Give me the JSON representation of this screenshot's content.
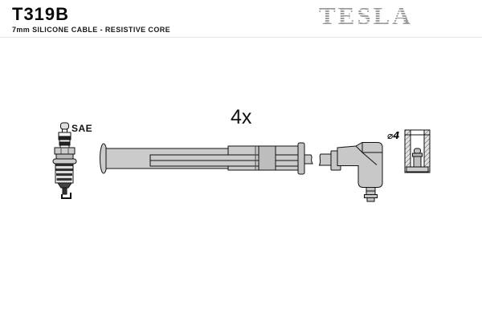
{
  "header": {
    "product_code": "T319B",
    "subtitle": "7mm SILICONE CABLE - RESISTIVE CORE",
    "brand": "TESLA"
  },
  "diagram": {
    "quantity_label": "4x",
    "spark_plug_standard_label": "SAE",
    "terminal_diameter_label": "⌀4"
  },
  "colors": {
    "background": "#ffffff",
    "line": "#111111",
    "part_fill": "#cbcbcb",
    "part_fill_dark": "#bdbdbd",
    "brand_gray": "#9d9da1"
  }
}
